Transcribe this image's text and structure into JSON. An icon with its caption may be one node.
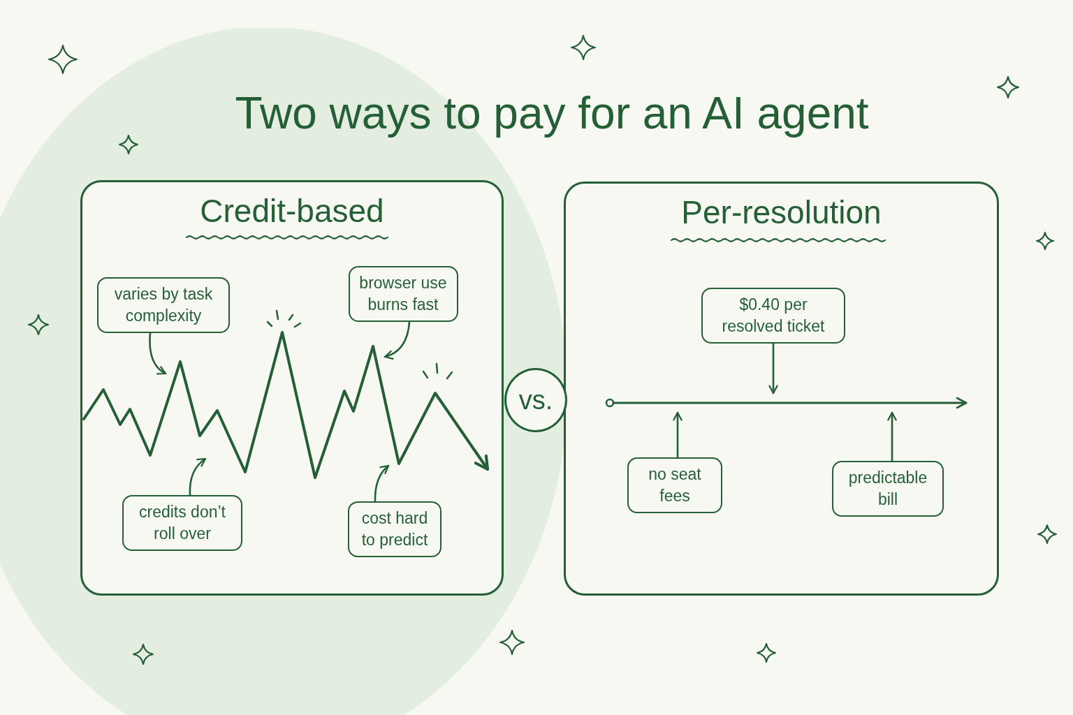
{
  "diagram": {
    "title": "Two ways to pay for an AI agent",
    "nodes": [
      {
        "text": [
          "Credit-based"
        ]
      },
      {
        "text": [
          "varies by task complexity"
        ],
        "in": 0
      },
      {
        "text": [
          "browser use burns fast"
        ],
        "in": 0
      },
      {
        "text": [],
        "shape": "line",
        "in": 0
      },
      {
        "text": [
          "credits don’t roll over"
        ],
        "in": 0
      },
      {
        "text": [
          "cost hard to predict"
        ],
        "in": 0
      },
      {
        "text": [
          "vs."
        ]
      },
      {
        "text": [
          "Per-resolution"
        ]
      },
      {
        "text": [
          "$0.40 per resolved ticket"
        ],
        "in": 7
      },
      {
        "text": [],
        "shape": "line",
        "in": 7
      },
      {
        "text": [
          "no seat fees"
        ],
        "in": 7
      },
      {
        "text": [
          "predictable bill"
        ],
        "in": 7
      }
    ],
    "edges": [
      {
        "from": 1,
        "to": 3,
        "arrow": "to"
      },
      {
        "from": 2,
        "to": 3,
        "arrow": "to"
      },
      {
        "from": 4,
        "to": 3,
        "arrow": "to"
      },
      {
        "from": 5,
        "to": 3,
        "arrow": "to"
      },
      {
        "from": 8,
        "to": 9,
        "arrow": "to"
      },
      {
        "from": 10,
        "to": 9,
        "arrow": "to"
      },
      {
        "from": 11,
        "to": 9,
        "arrow": "to"
      }
    ]
  }
}
